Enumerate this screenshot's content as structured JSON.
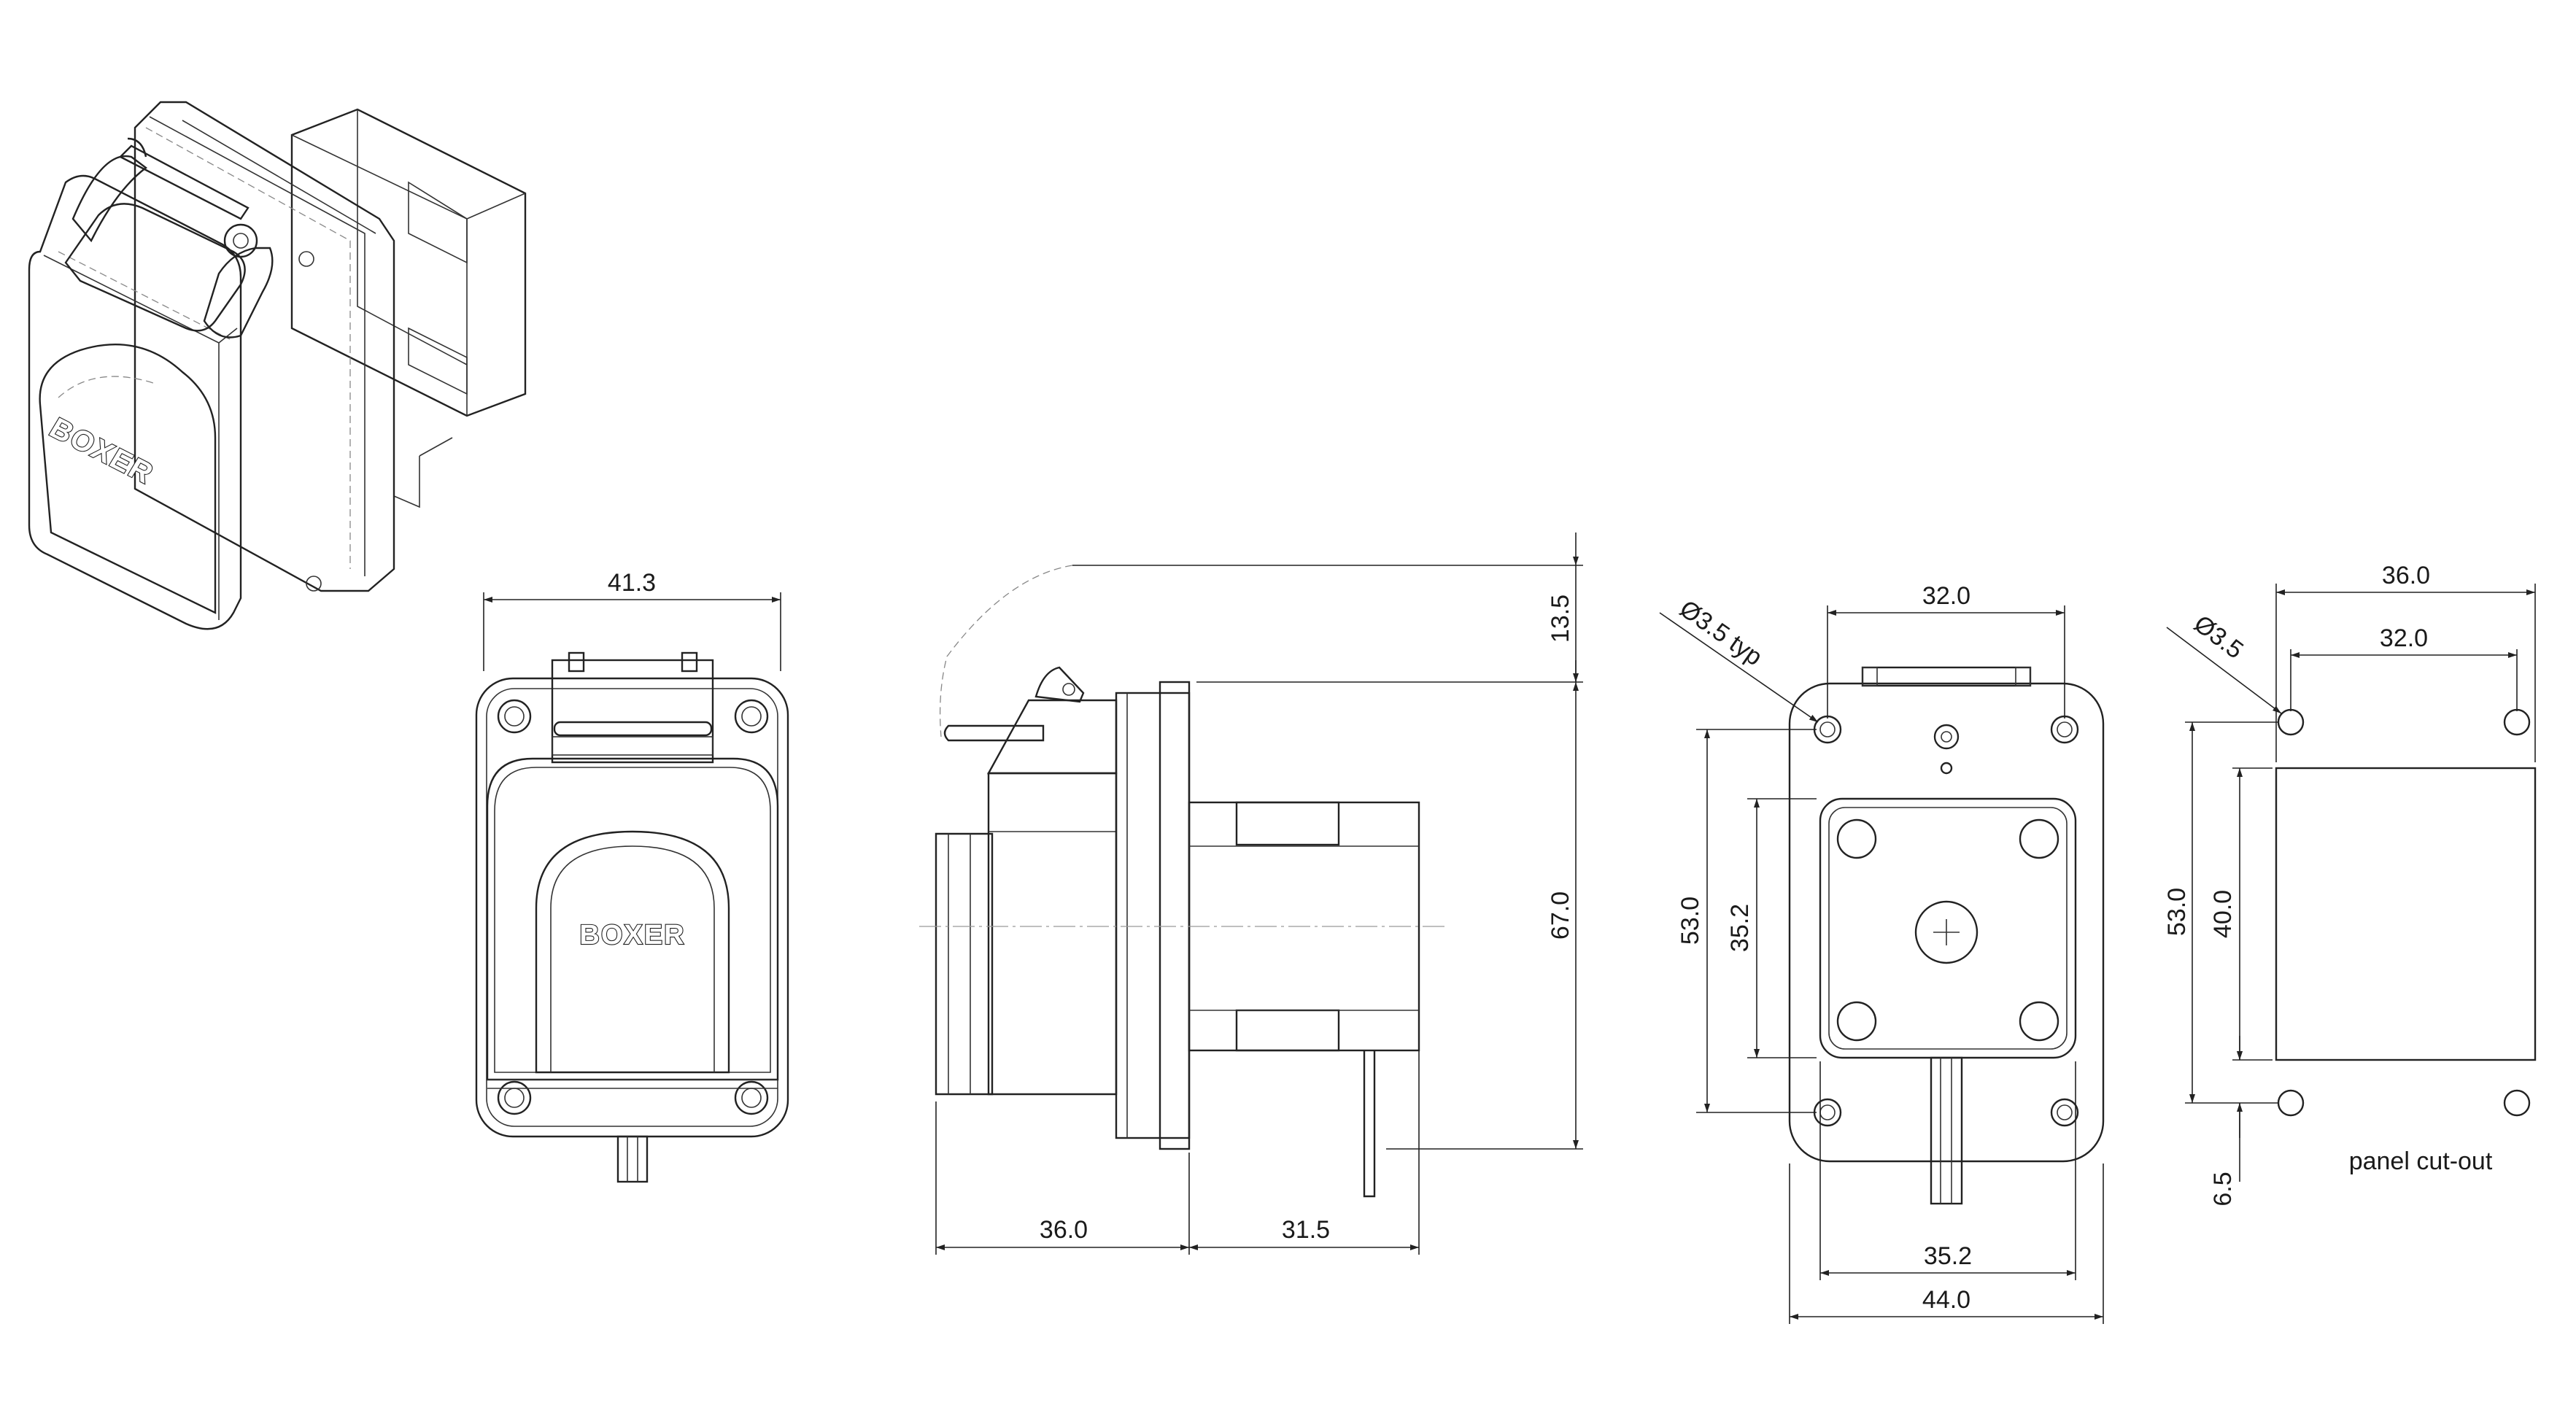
{
  "brand_label": "BOXER",
  "dimensions": {
    "front_width": "41.3",
    "side_top_offset": "13.5",
    "side_height": "67.0",
    "side_depth_front": "36.0",
    "side_depth_rear": "31.5",
    "rear_hole_dia": "Ø3.5 typ",
    "rear_hole_pitch_x": "32.0",
    "rear_hole_pitch_y": "53.0",
    "rear_body_height": "35.2",
    "rear_body_width": "35.2",
    "rear_flange_width": "44.0",
    "cutout_outer_width": "36.0",
    "cutout_hole_pitch_x": "32.0",
    "cutout_hole_dia": "Ø3.5",
    "cutout_hole_pitch_y": "53.0",
    "cutout_height": "40.0",
    "cutout_bottom_offset": "6.5"
  },
  "labels": {
    "panel_cutout": "panel cut-out"
  }
}
